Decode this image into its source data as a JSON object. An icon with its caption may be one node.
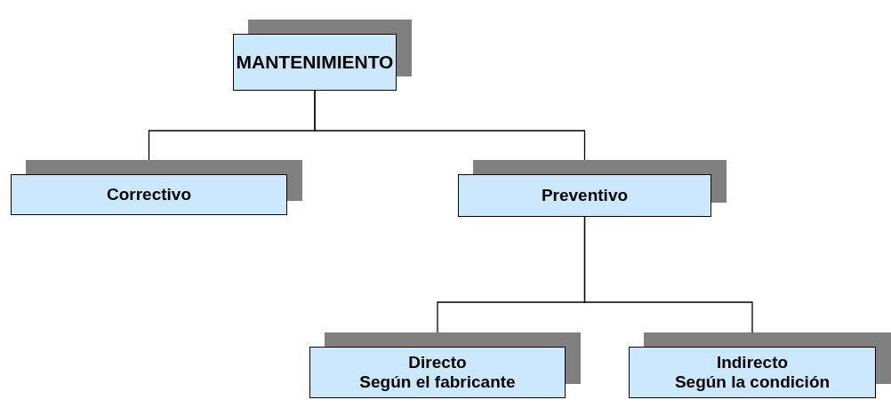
{
  "diagram": {
    "nodes": [
      {
        "text": [
          "MANTENIMIENTO"
        ]
      },
      {
        "text": [
          "Correctivo"
        ]
      },
      {
        "text": [
          "Preventivo"
        ]
      },
      {
        "text": [
          "Directo",
          "Según el fabricante"
        ]
      },
      {
        "text": [
          "Indirecto",
          "Según la condición"
        ]
      }
    ],
    "edges": [
      {
        "from": 0,
        "to": 1,
        "arrow": "none"
      },
      {
        "from": 0,
        "to": 2,
        "arrow": "none"
      },
      {
        "from": 2,
        "to": 3,
        "arrow": "none"
      },
      {
        "from": 2,
        "to": 4,
        "arrow": "none"
      }
    ]
  }
}
